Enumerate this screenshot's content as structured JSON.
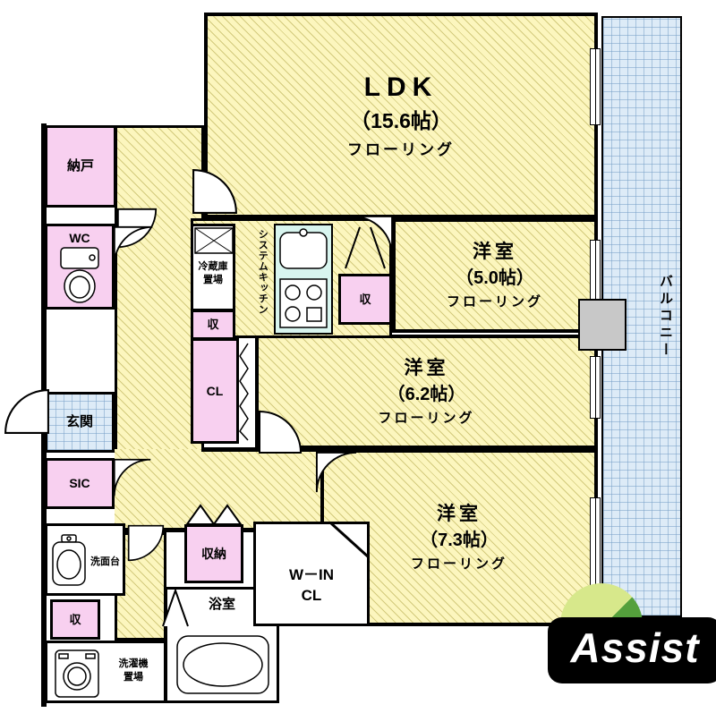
{
  "balcony": {
    "label": "バルコニー"
  },
  "ldk": {
    "name": "LDK",
    "size": "（15.6帖）",
    "floor": "フローリング"
  },
  "room_5_0": {
    "name": "洋室",
    "size": "（5.0帖）",
    "floor": "フローリング"
  },
  "room_6_2": {
    "name": "洋室",
    "size": "（6.2帖）",
    "floor": "フローリング"
  },
  "room_7_3": {
    "name": "洋室",
    "size": "（7.3帖）",
    "floor": "フローリング"
  },
  "nando": {
    "label": "納戸"
  },
  "wc": {
    "label": "WC"
  },
  "genkan": {
    "label": "玄関"
  },
  "sic": {
    "label": "SIC"
  },
  "senmendai": {
    "label": "洗面台"
  },
  "shu_washroom": {
    "label": "収"
  },
  "sentakuki": {
    "line1": "洗濯機",
    "line2": "置場"
  },
  "yokushitsu": {
    "label": "浴室"
  },
  "shuno": {
    "label": "収納"
  },
  "walk_in_closet": {
    "line1": "W－IN",
    "line2": "CL"
  },
  "cl": {
    "label": "CL"
  },
  "reizoko": {
    "line1": "冷蔵庫",
    "line2": "置場"
  },
  "shu_kitchen": {
    "label": "収"
  },
  "system_kitchen": {
    "label": "システムキッチン"
  },
  "shu_room_5_0": {
    "label": "収"
  },
  "logo": {
    "text": "Assist"
  },
  "colors": {
    "wall": "#000000",
    "floor_hatch": "#FCF6BE",
    "closet_pink": "#F8D0F0",
    "tile_blue": "#DDEBF7",
    "kitchen_cyan": "#D8F5EF",
    "pipe_gray": "#C8C8C8",
    "logo_green_light": "#D7E88B",
    "logo_green_dark": "#54A03C"
  }
}
